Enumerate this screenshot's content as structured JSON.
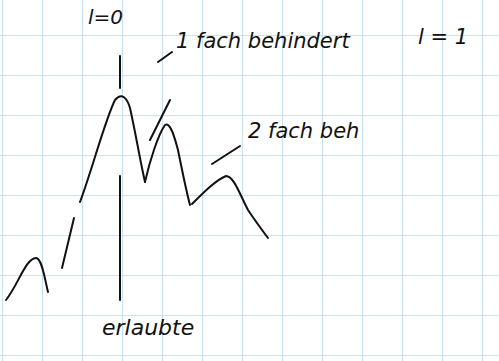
{
  "diagram": {
    "labels": [
      "l=0",
      "1 fach behindert",
      "l = 1",
      "2 fach beh",
      "erlaubte"
    ]
  }
}
